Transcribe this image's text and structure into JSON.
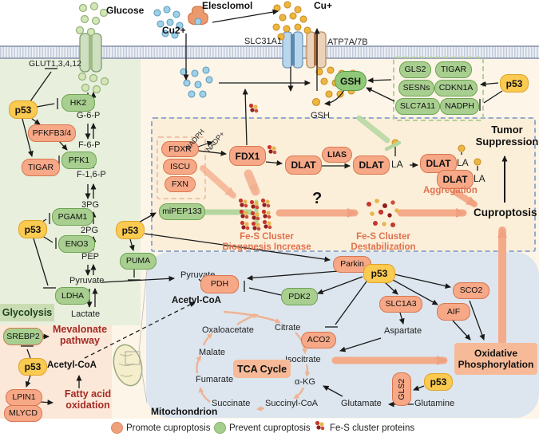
{
  "ex": {
    "glucose": "Glucose",
    "glut": "GLUT1,3,4,12",
    "elesclomol": "Elesclomol",
    "cu2": "Cu2+",
    "cu1": "Cu+",
    "slc31a1": "SLC31A1",
    "atp7ab": "ATP7A/7B"
  },
  "gly": {
    "title": "Glycolysis",
    "p53": "p53",
    "hk2": "HK2",
    "g6p": "G-6-P",
    "pfkfb34": "PFKFB3/4",
    "f6p": "F-6-P",
    "pfk1": "PFK1",
    "tigar": "TIGAR",
    "f16p": "F-1,6-P",
    "pg3": "3PG",
    "pgam1": "PGAM1",
    "pg2": "2PG",
    "eno3": "ENO3",
    "pep": "PEP",
    "pyruvate": "Pyruvate",
    "ldha": "LDHA",
    "lactate": "Lactate"
  },
  "lipid": {
    "srebp2": "SREBP2",
    "mevalonate": "Mevalonate pathway",
    "p53": "p53",
    "acetyl_coa": "Acetyl-CoA",
    "lpin1": "LPIN1",
    "mlycd": "MLYCD",
    "fatty_acid": "Fatty acid oxidation"
  },
  "ao": {
    "gsh": "GSH",
    "gsh_small": "GSH",
    "gls2": "GLS2",
    "tigar": "TIGAR",
    "sesns": "SESNs",
    "cdkn1a": "CDKN1A",
    "slc7a11": "SLC7A11",
    "nadph": "NADPH",
    "p53": "p53"
  },
  "cp": {
    "fdxr": "FDXR",
    "iscu": "ISCU",
    "fxn": "FXN",
    "nadph": "NADPH",
    "nadp": "NADP+",
    "fdx1": "FDX1",
    "dlat": "DLAT",
    "lias": "LIAS",
    "la": "LA",
    "mipep133": "miPEP133",
    "p53": "p53",
    "puma": "PUMA",
    "fes_cluster": "Fe-S Cluster",
    "biogenesis": "Biogenesis Increase",
    "destabilization": "Destabilization",
    "question": "?",
    "aggregation": "Aggregation",
    "tumor_suppression": "Tumor Suppression",
    "cuproptosis": "Cuproptosis"
  },
  "mito": {
    "title": "Mitochondrion",
    "pyruvate": "Pyruvate",
    "pdh": "PDH",
    "parkin": "Parkin",
    "pdk2": "PDK2",
    "p53": "p53",
    "acetyl_coa": "Acetyl-CoA",
    "oxaloacetate": "Oxaloacetate",
    "citrate": "Citrate",
    "aco2": "ACO2",
    "isocitrate": "Isocitrate",
    "tca": "TCA Cycle",
    "malate": "Malate",
    "akg": "α-KG",
    "fumarate": "Fumarate",
    "succinate": "Succinate",
    "succinyl_coa": "Succinyl-CoA",
    "slc1a3": "SLC1A3",
    "aspartate": "Aspartate",
    "sco2": "SCO2",
    "aif": "AIF",
    "oxphos": "Oxidative Phosphorylation",
    "gls2": "GLS2",
    "glutamate": "Glutamate",
    "glutamine": "Glutamine"
  },
  "legend": {
    "promote": "Promote cuproptosis",
    "prevent": "Prevent cuproptosis",
    "fes": "Fe-S cluster proteins"
  },
  "colors": {
    "promote": "#eea17c",
    "prevent": "#a6cf8d",
    "p53": "#fbca50",
    "fes_red": "#c9342c",
    "fes_gold": "#e7b54a",
    "pink_arrow": "#f3ab8a",
    "green_arrow": "#b4d7a0"
  }
}
